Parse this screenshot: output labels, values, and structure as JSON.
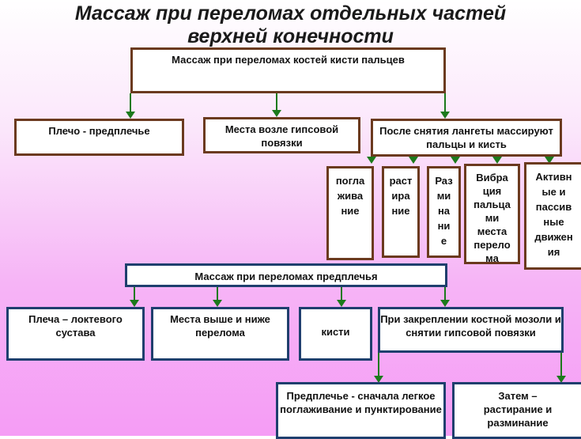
{
  "title": {
    "line1": "Массаж при переломах отдельных частей",
    "line2": "верхней конечности"
  },
  "hand": {
    "root": "Массаж при переломах костей кисти пальцев",
    "children": [
      "Плечо - предплечье",
      "Места возле гипсовой повязки",
      "После снятия лангеты массируют пальцы и кисть"
    ],
    "techniques": [
      "погла\nжива\nние",
      "раст\nира\nние",
      "Раз\nми\nна\nни\nе",
      "Вибра\nция\nпальца\nми\nместа\nперело\nма",
      "Активн\nые и\nпассив\nные\nдвижен\nия"
    ]
  },
  "forearm": {
    "root": "Массаж при переломах предплечья",
    "children": [
      "Плеча – локтевого сустава",
      "Места выше и ниже перелома",
      "кисти",
      "При закреплении костной мозоли и снятии гипсовой повязки"
    ],
    "after": [
      "Предплечье - сначала легкое поглаживание и пунктирование",
      "Затем – растирание и разминание"
    ]
  }
}
